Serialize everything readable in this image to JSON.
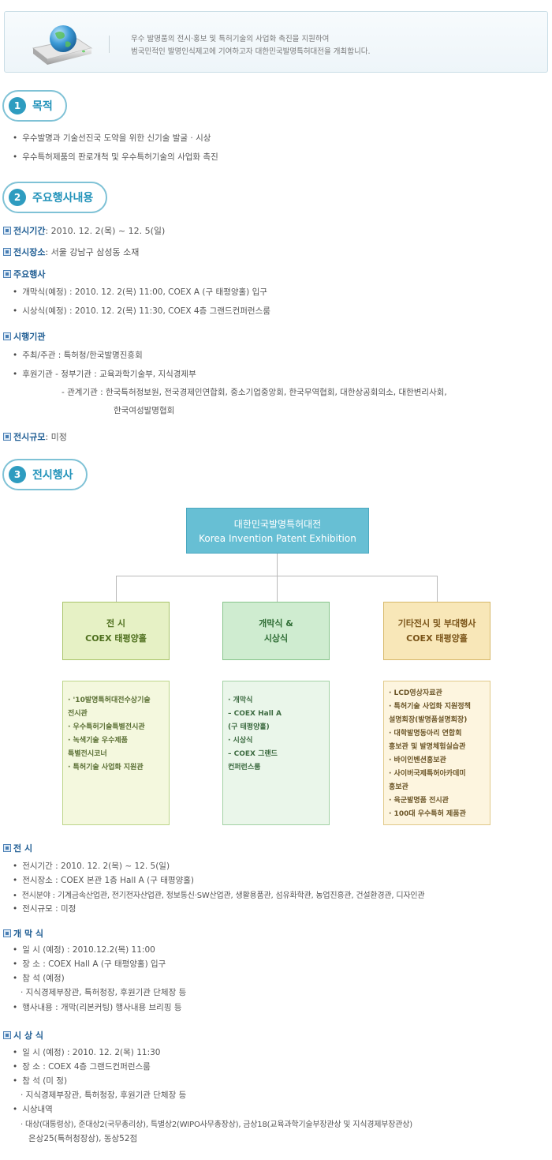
{
  "intro": {
    "line1": "우수 발명품의 전시·홍보 및 특허기술의 사업화 촉진을 지원하여",
    "line2": "범국민적인 발명인식제고에 기여하고자 대한민국발명특허대전을 개최합니다."
  },
  "sections": [
    {
      "num": "1",
      "title": "목적"
    },
    {
      "num": "2",
      "title": "주요행사내용"
    },
    {
      "num": "3",
      "title": "전시행사"
    }
  ],
  "purpose": [
    "우수발명과 기술선진국 도약을 위한 신기술 발굴 · 시상",
    "우수특허제품의 판로개척 및 우수특허기술의 사업화 촉진"
  ],
  "main": {
    "period_label": "전시기간",
    "period_value": " : 2010. 12. 2(목) ~ 12. 5(일)",
    "place_label": "전시장소",
    "place_value": " : 서울 강남구 삼성동 소재",
    "events_label": "주요행사",
    "events": [
      "개막식(예정) : 2010. 12. 2(목) 11:00, COEX A (구 태평양홀) 입구",
      "시상식(예정) : 2010. 12. 2(목) 11:30, COEX 4층 그랜드컨퍼런스룸"
    ],
    "org_label": "시행기관",
    "org_host": "주최/주관 : 특허청/한국발명진흥회",
    "org_sponsor_gov": "후원기관 - 정부기관 : 교육과학기술부, 지식경제부",
    "org_sponsor_rel1": "- 관계기관 : 한국특허정보원, 전국경제인연합회, 중소기업중앙회, 한국무역협회, 대한상공회의소, 대한변리사회,",
    "org_sponsor_rel2": "한국여성발명협회",
    "scale_label": "전시규모",
    "scale_value": " : 미정"
  },
  "diagram": {
    "top_line1": "대한민국발명특허대전",
    "top_line2": "Korea Invention Patent Exhibition",
    "cat1_line1": "전 시",
    "cat1_line2": "COEX 태평양홀",
    "cat2_line1": "개막식 &",
    "cat2_line2": "시상식",
    "cat3_line1": "기타전시 및 부대행사",
    "cat3_line2": "COEX 태평양홀",
    "det1": [
      "· '10발명특허대전수상기술",
      "   전시관",
      "· 우수특허기술특별전시관",
      "· 녹색기술 우수제품",
      "   특별전시코너",
      "· 특허기술 사업화 지원관"
    ],
    "det2": [
      "· 개막식",
      "   – COEX Hall A",
      "     (구 태평양홀)",
      "· 시상식",
      "   – COEX 그랜드",
      "     컨퍼런스룸"
    ],
    "det3": [
      "· LCD영상자료관",
      "· 특허기술 사업화 지원정책",
      "  설명회장(발명품설명회장)",
      "· 대학발명동아리 연합회",
      "  홍보관 및 발명체험실습관",
      "· 바이인벤션홍보관",
      "· 사이버국제특허아카데미",
      "  홍보관",
      "· 육군발명품 전시관",
      "· 100대 우수특허 제품관"
    ]
  },
  "exhibit": {
    "label": "전 시",
    "items": [
      "전시기간 : 2010. 12. 2(목) ~ 12. 5(일)",
      "전시장소 : COEX 본관 1층 Hall A (구 태평양홀)",
      "전시분야 : 기계금속산업관, 전기전자산업관, 정보통신·SW산업관, 생활용품관, 섬유화학관, 농업진흥관, 건설환경관, 디자인관",
      "전시규모 : 미정"
    ]
  },
  "opening": {
    "label": "개 막 식",
    "date": "일 시 (예정) : 2010.12.2(목) 11:00",
    "place": "장 소 : COEX Hall A (구 태평양홀) 입구",
    "attend": "참 석 (예정)",
    "attend_detail": "· 지식경제부장관, 특허청장, 후원기관 단체장 등",
    "content": "행사내용 : 개막(리본커팅) 행사내용 브리핑 등"
  },
  "award": {
    "label": "시 상 식",
    "date": "일 시 (예정) : 2010. 12. 2(목) 11:30",
    "place": "장 소 : COEX 4층 그랜드컨퍼런스룸",
    "attend": "참 석 (미 정)",
    "attend_detail": "· 지식경제부장관, 특허청장, 후원기관 단체장 등",
    "awards": "시상내역",
    "awards_line1": "· 대상(대통령상), 준대상2(국무총리상), 특별상2(WIPO사무총장상), 금상18(교육과학기술부장관상 및 지식경제부장관상)",
    "awards_line2": "은상25(특허청장상), 동상52점"
  }
}
